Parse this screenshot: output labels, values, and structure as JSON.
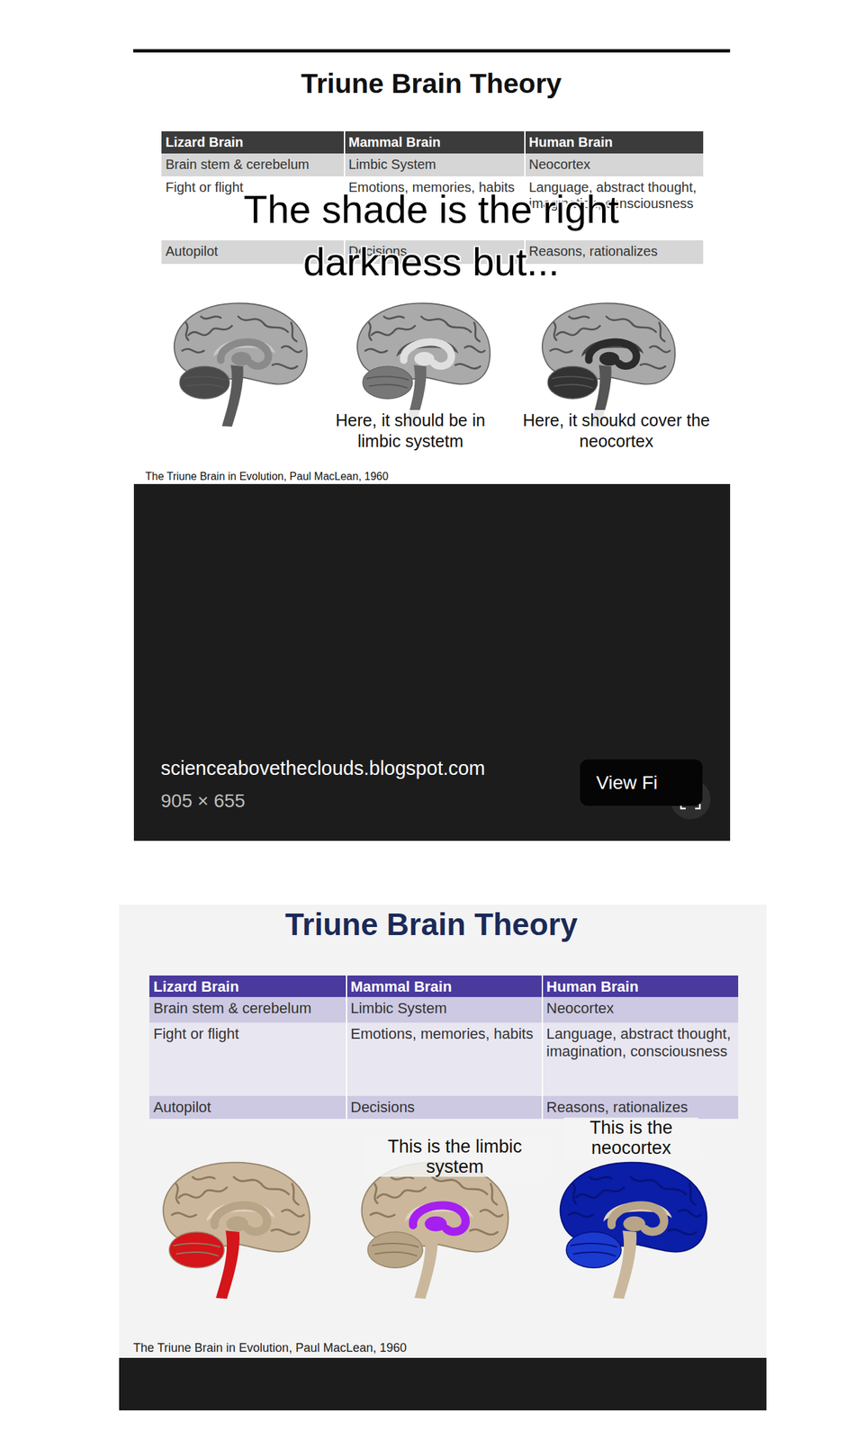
{
  "diagram": {
    "nodes": [
      {
        "text": [
          "View Fi"
        ]
      }
    ],
    "labels": [
      "Triune Brain Theory",
      "Lizard Brain",
      "Mammal Brain",
      "Human Brain",
      "Brain stem & cerebelum",
      "Limbic System",
      "Neocortex",
      "Fight or flight",
      "Emotions, memories, habits",
      "Language, abstract thought, imagination, consciousness",
      "Autopilot",
      "Decisions",
      "Reasons, rationalizes",
      "The shade is the right darkness but...",
      "Here, it should be in limbic systetm",
      "Here, it shoukd cover the neocortex",
      "The Triune Brain in Evolution, Paul MacLean, 1960",
      "scienceabovetheclouds.blogspot.com",
      "905 × 655",
      "Triune Brain Theory",
      "Lizard Brain",
      "Mammal Brain",
      "Human Brain",
      "Brain stem & cerebelum",
      "Limbic System",
      "Neocortex",
      "Fight or flight",
      "Emotions, memories, habits",
      "Language, abstract thought, imagination, consciousness",
      "Autopilot",
      "Decisions",
      "Reasons, rationalizes",
      "This is the limbic system",
      "This is the neocortex",
      "The Triune Brain in Evolution, Paul MacLean, 1960"
    ]
  }
}
